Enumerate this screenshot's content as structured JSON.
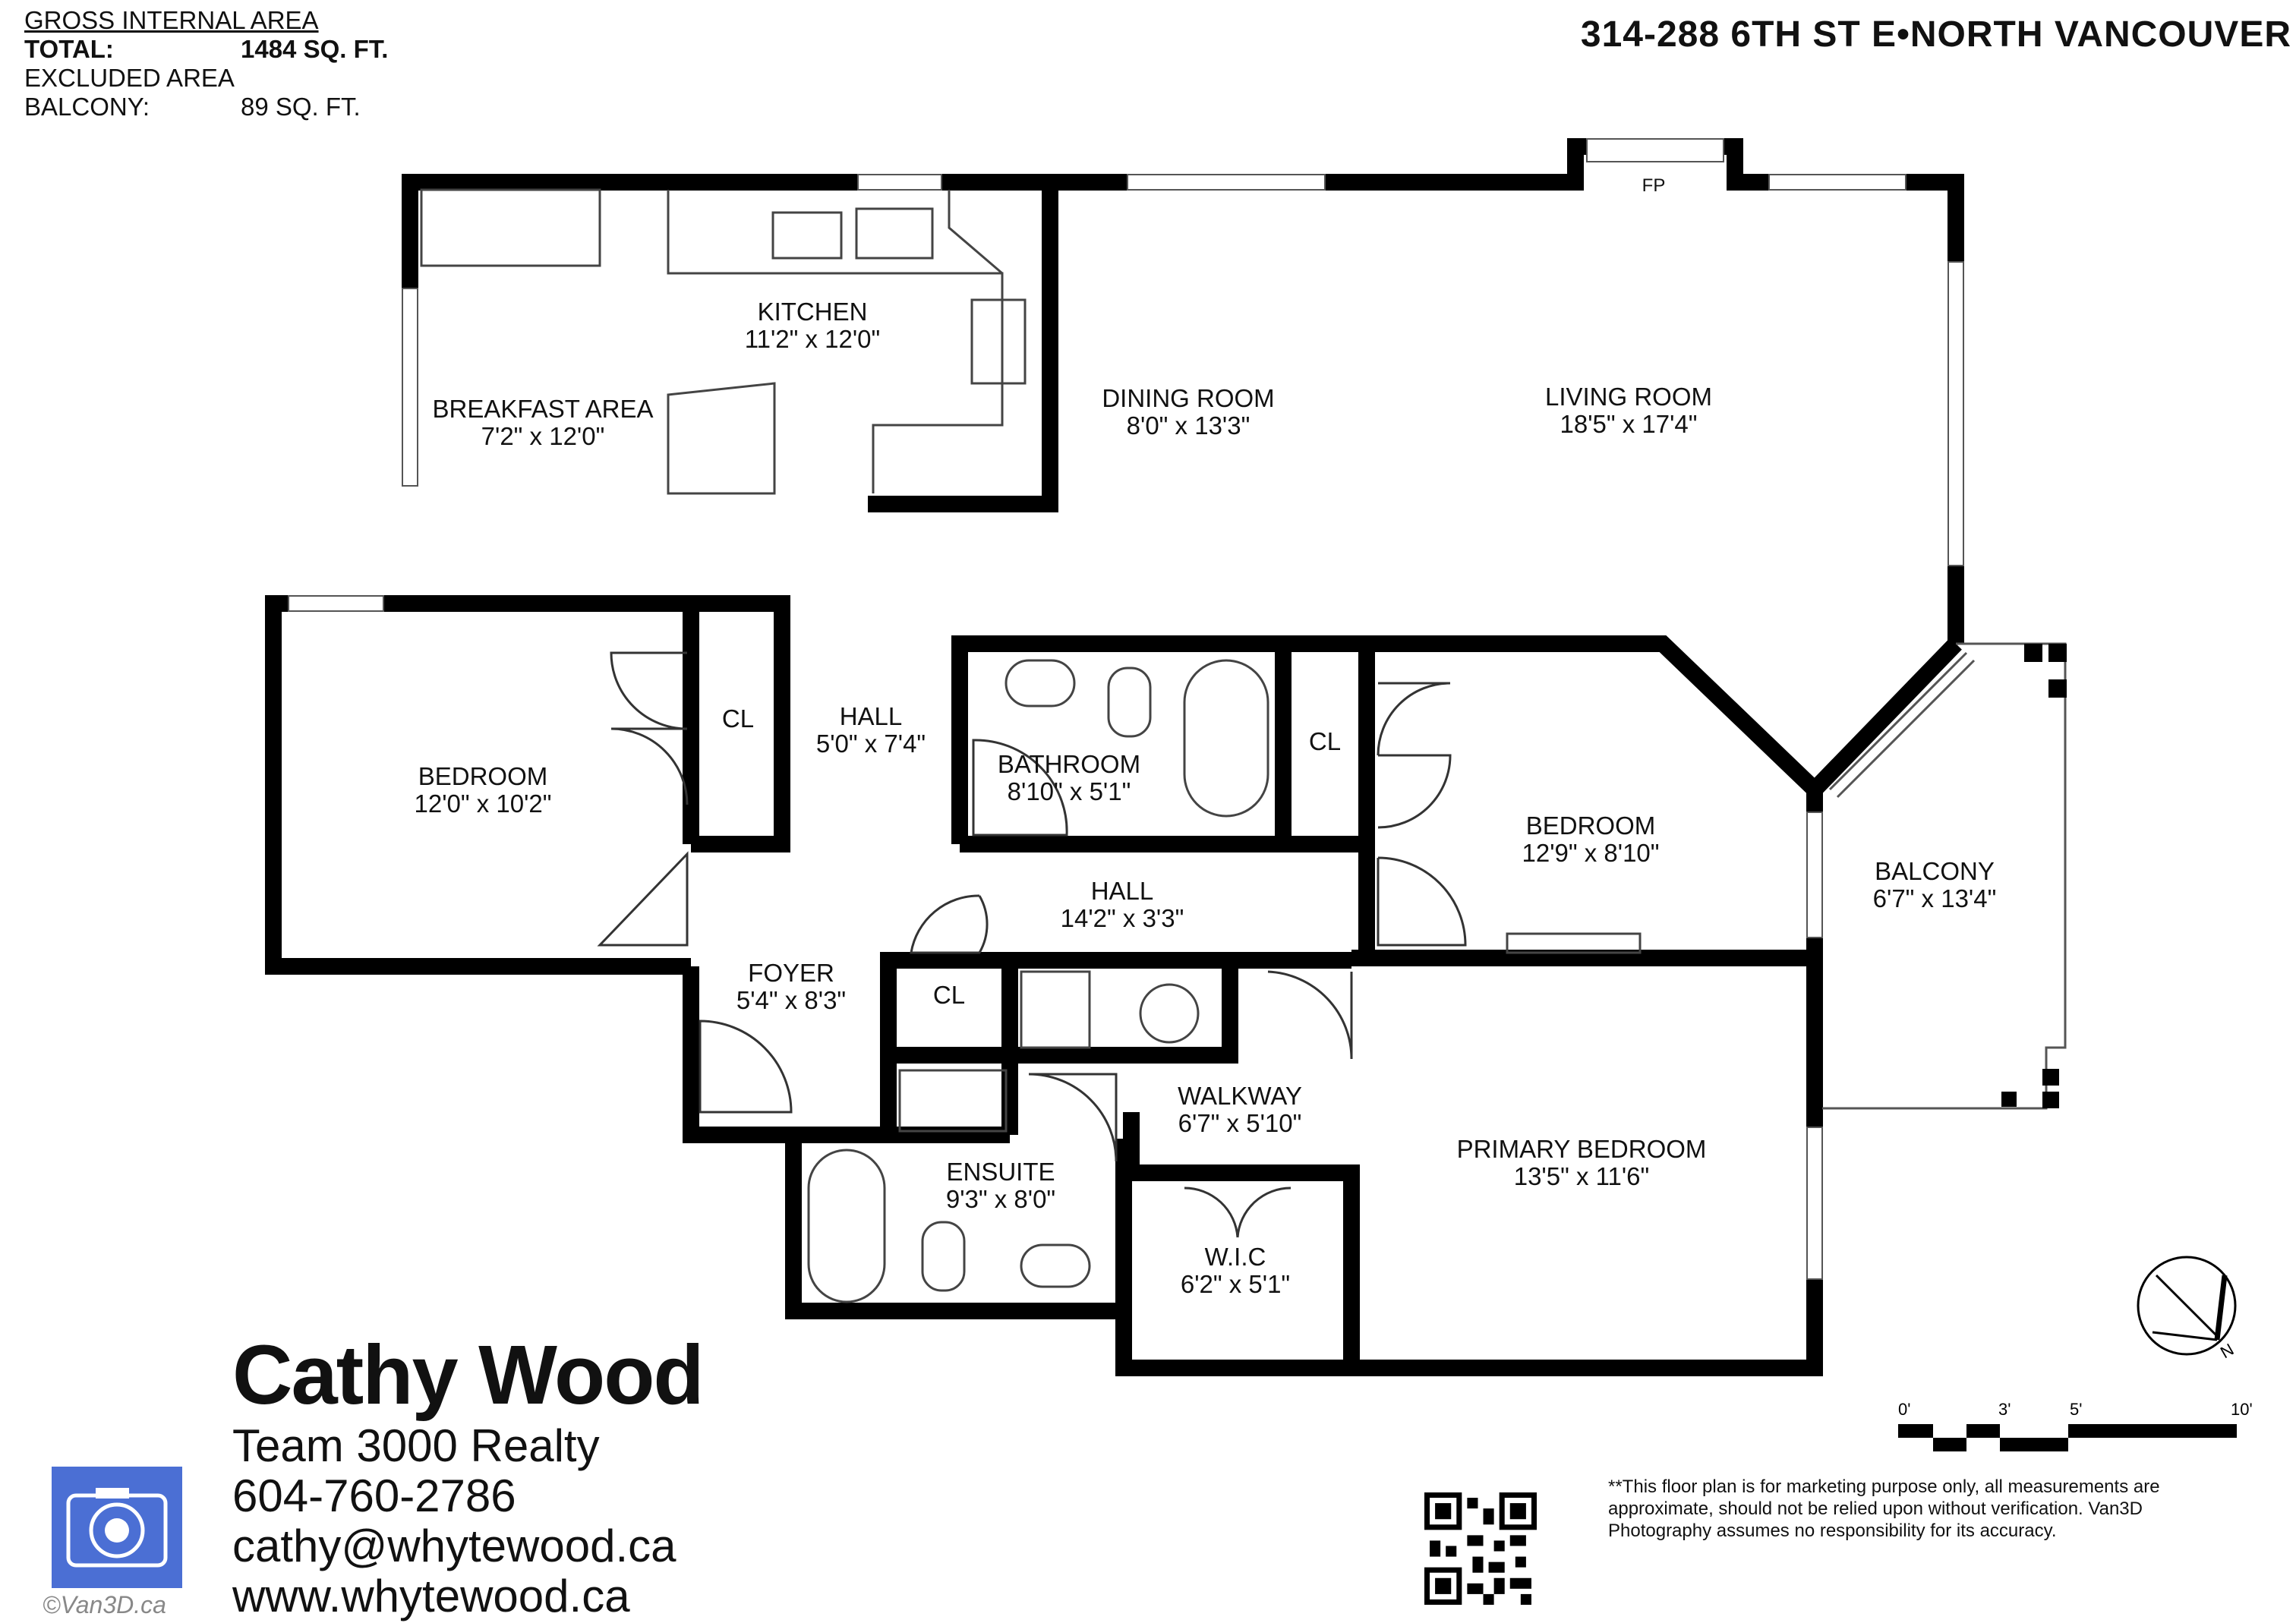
{
  "header": {
    "area_title": "GROSS INTERNAL AREA",
    "total_label": "TOTAL:",
    "total_value": "1484 SQ. FT.",
    "excluded_label": "EXCLUDED AREA",
    "balcony_label": "BALCONY:",
    "balcony_value": "89 SQ. FT.",
    "address": "314-288 6TH ST E•NORTH VANCOUVER"
  },
  "rooms": {
    "kitchen": {
      "name": "KITCHEN",
      "dims": "11'2\" x 12'0\""
    },
    "breakfast": {
      "name": "BREAKFAST AREA",
      "dims": "7'2\" x 12'0\""
    },
    "dining": {
      "name": "DINING ROOM",
      "dims": "8'0\" x 13'3\""
    },
    "living": {
      "name": "LIVING ROOM",
      "dims": "18'5\" x 17'4\""
    },
    "fireplace": {
      "name": "FP"
    },
    "bedroom_west": {
      "name": "BEDROOM",
      "dims": "12'0\" x 10'2\""
    },
    "closet_west": {
      "name": "CL"
    },
    "hall_north": {
      "name": "HALL",
      "dims": "5'0\" x 7'4\""
    },
    "bathroom": {
      "name": "BATHROOM",
      "dims": "8'10\" x 5'1\""
    },
    "closet_mid": {
      "name": "CL"
    },
    "bedroom_east": {
      "name": "BEDROOM",
      "dims": "12'9\" x 8'10\""
    },
    "balcony": {
      "name": "BALCONY",
      "dims": "6'7\" x 13'4\""
    },
    "hall_east": {
      "name": "HALL",
      "dims": "14'2\" x 3'3\""
    },
    "foyer": {
      "name": "FOYER",
      "dims": "5'4\" x 8'3\""
    },
    "closet_foyer": {
      "name": "CL"
    },
    "walkway": {
      "name": "WALKWAY",
      "dims": "6'7\" x 5'10\""
    },
    "primary": {
      "name": "PRIMARY BEDROOM",
      "dims": "13'5\" x 11'6\""
    },
    "ensuite": {
      "name": "ENSUITE",
      "dims": "9'3\" x 8'0\""
    },
    "wic": {
      "name": "W.I.C",
      "dims": "6'2\" x 5'1\""
    }
  },
  "agent": {
    "name": "Cathy Wood",
    "company": "Team 3000 Realty",
    "phone": "604-760-2786",
    "email": "cathy@whytewood.ca",
    "website": "www.whytewood.ca"
  },
  "scale": {
    "ticks": [
      "0'",
      "3'",
      "5'",
      "10'"
    ]
  },
  "compass": {
    "north_label": "N"
  },
  "disclaimer": "**This floor plan is for marketing purpose only, all measurements are approximate, should not be relied upon without verification. Van3D Photography assumes no responsibility for its accuracy.",
  "copyright": "©Van3D.ca"
}
